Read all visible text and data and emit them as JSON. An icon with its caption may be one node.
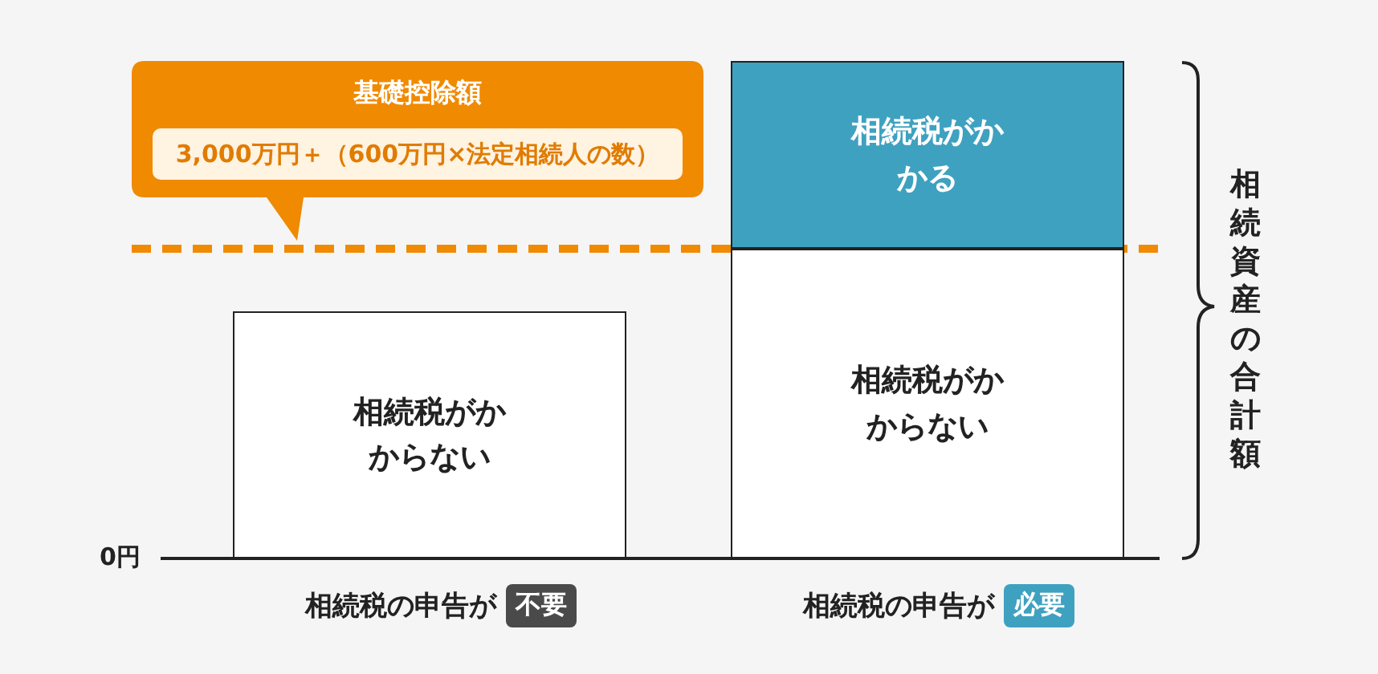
{
  "diagram": {
    "nodes": [
      {
        "text": [
          "基礎控除額",
          "3,000万円＋（600万円×法定相続人の数）"
        ]
      },
      {
        "text": [
          "相続税がかからない"
        ]
      },
      {
        "text": [
          "相続税がかかる"
        ]
      },
      {
        "text": [
          "相続税がかからない"
        ]
      },
      {
        "text": [
          "不要"
        ],
        "beside": [
          "相続税の申告が"
        ]
      },
      {
        "text": [
          "必要"
        ],
        "beside": [
          "相続税の申告が"
        ]
      }
    ],
    "labels": [
      "0円",
      "相続資産の合計額"
    ]
  }
}
